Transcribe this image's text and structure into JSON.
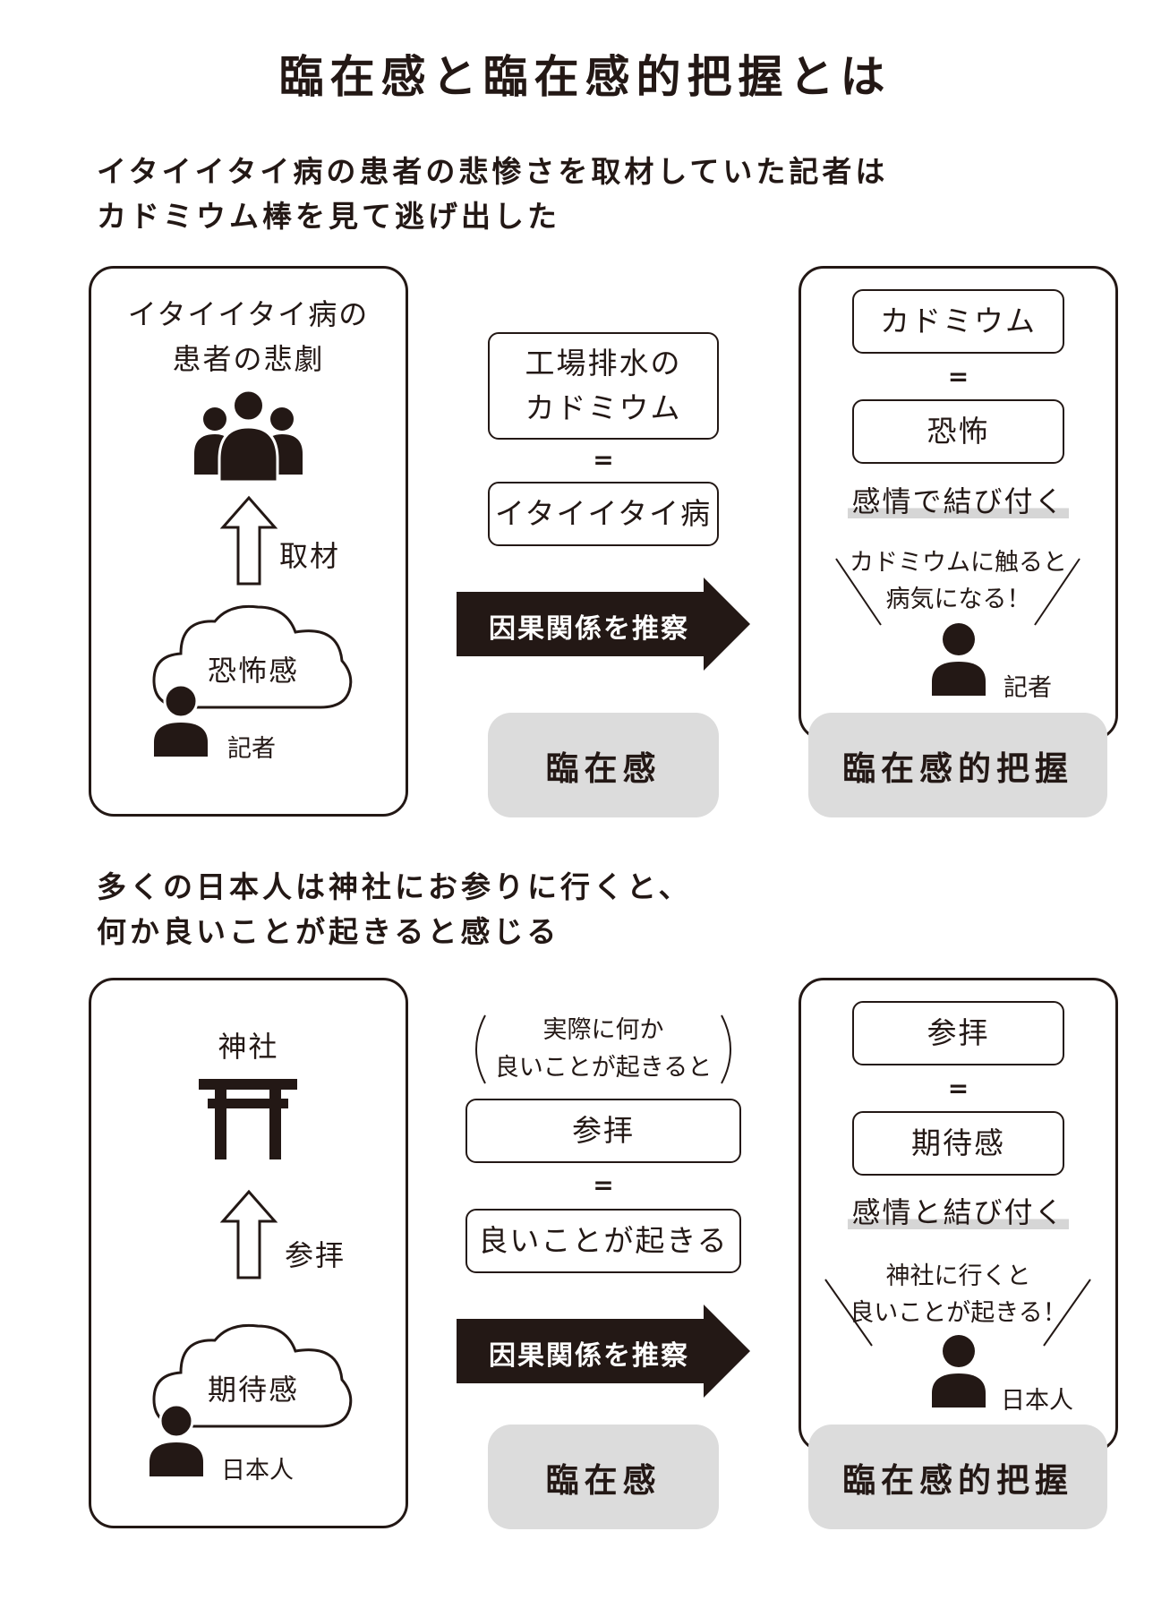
{
  "title": "臨在感と臨在感的把握とは",
  "sections": [
    {
      "heading_lines": [
        "イタイイタイ病の患者の悲惨さを取材していた記者は",
        "カドミウム棒を見て逃げ出した"
      ],
      "left": {
        "top_text_lines": [
          "イタイイタイ病の",
          "患者の悲劇"
        ],
        "arrow_label": "取材",
        "cloud_text": "恐怖感",
        "person_label": "記者"
      },
      "middle": {
        "top_box_lines": [
          "工場排水の",
          "カドミウム"
        ],
        "equals": "=",
        "bottom_box": "イタイイタイ病",
        "arrow_label": "因果関係を推察",
        "concept": "臨在感"
      },
      "right": {
        "box1": "カドミウム",
        "equals": "=",
        "box2": "恐怖",
        "bond_text": "感情で結び付く",
        "speech_lines": [
          "カドミウムに触ると",
          "病気になる！"
        ],
        "person_label": "記者",
        "concept": "臨在感的把握"
      }
    },
    {
      "heading_lines": [
        "多くの日本人は神社にお参りに行くと、",
        "何か良いことが起きると感じる"
      ],
      "left": {
        "top_text_lines": [
          "神社"
        ],
        "arrow_label": "参拝",
        "cloud_text": "期待感",
        "person_label": "日本人"
      },
      "middle": {
        "note_lines": [
          "実際に何か",
          "良いことが起きると"
        ],
        "top_box_lines": [
          "参拝"
        ],
        "equals": "=",
        "bottom_box": "良いことが起きる",
        "arrow_label": "因果関係を推察",
        "concept": "臨在感"
      },
      "right": {
        "box1": "参拝",
        "equals": "=",
        "box2": "期待感",
        "bond_text": "感情と結び付く",
        "speech_lines": [
          "神社に行くと",
          "良いことが起きる！"
        ],
        "person_label": "日本人",
        "concept": "臨在感的把握"
      }
    }
  ],
  "icons": {
    "group": "people-group-icon",
    "person": "person-icon",
    "torii": "torii-gate-icon",
    "cloud": "thought-cloud-icon",
    "up_arrow": "up-arrow-icon",
    "right_arrow": "right-arrow-icon"
  },
  "colors": {
    "ink": "#231815",
    "concept_bg": "#dcdcdc",
    "underline": "#d6d6d6"
  }
}
